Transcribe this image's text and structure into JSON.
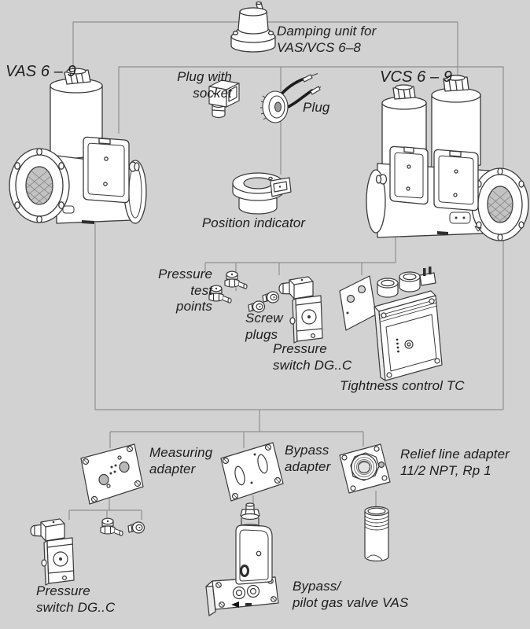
{
  "meta": {
    "description": "Accessories overview diagram for VAS / VCS gas solenoid valves",
    "colors": {
      "background": "#d2d2d2",
      "connector_line": "#8f8f8f",
      "artwork_stroke": "#3a3a3a",
      "text": "#1d1d1d"
    }
  },
  "items": {
    "damping_unit": {
      "label": "Damping unit for\nVAS/VCS 6–8"
    },
    "vas_valve": {
      "label": "VAS 6 – 9"
    },
    "plug_with_socket": {
      "label": "Plug with\nsocket"
    },
    "plug": {
      "label": "Plug"
    },
    "vcs_valve": {
      "label": "VCS 6 – 9"
    },
    "position_indicator": {
      "label": "Position indicator"
    },
    "pressure_test_points": {
      "label": "Pressure test\npoints"
    },
    "screw_plugs": {
      "label": "Screw\nplugs"
    },
    "pressure_switch_dg_top": {
      "label": "Pressure\nswitch DG..C"
    },
    "tightness_control_tc": {
      "label": "Tightness control TC"
    },
    "measuring_adapter": {
      "label": "Measuring\nadapter"
    },
    "bypass_adapter": {
      "label": "Bypass\nadapter"
    },
    "relief_line_adapter": {
      "label": "Relief line adapter\n11/2 NPT, Rp 1"
    },
    "pressure_switch_dg_bottom": {
      "label": "Pressure\nswitch DG..C"
    },
    "bypass_pilot_gas_valve": {
      "label": "Bypass/\npilot gas valve VAS"
    }
  }
}
